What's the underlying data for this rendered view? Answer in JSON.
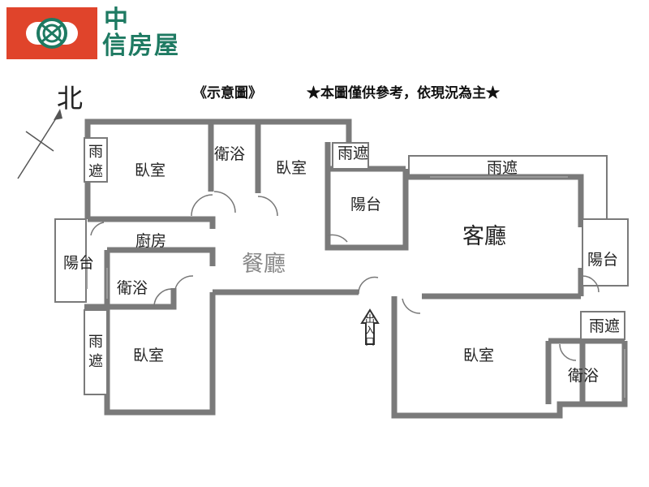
{
  "brand": {
    "name_line1": "中",
    "name_line2": "信房屋",
    "colors": {
      "brand_red": "#e0442b",
      "brand_green": "#1e7a62"
    }
  },
  "header": {
    "diagram_note": "《示意圖》",
    "disclaimer": "★本圖僅供參考，依現況為主★"
  },
  "compass": {
    "north_label": "北"
  },
  "rooms": {
    "canopy_w_top": "雨遮",
    "bedroom_nw": "臥室",
    "bath_top": "衛浴",
    "bedroom_n": "臥室",
    "canopy_n": "雨遮",
    "canopy_e_top": "雨遮",
    "balcony_mid": "陽台",
    "living_room": "客廳",
    "balcony_w": "陽台",
    "kitchen": "廚房",
    "dining_room": "餐廳",
    "bath_w": "衛浴",
    "balcony_e": "陽台",
    "canopy_w_bottom": "雨遮",
    "bedroom_sw": "臥室",
    "entrance": "出入口",
    "bedroom_se": "臥室",
    "canopy_se": "雨遮",
    "bath_se": "衛浴"
  }
}
